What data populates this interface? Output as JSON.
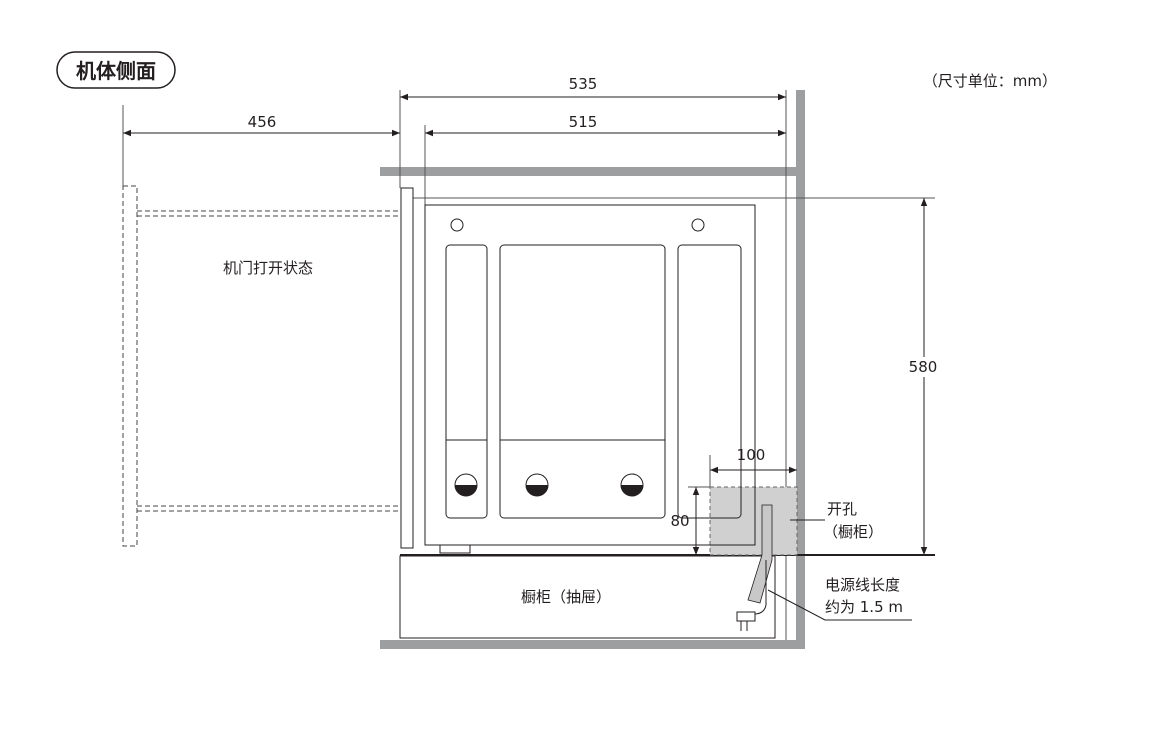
{
  "title": "机体侧面",
  "unit_note": "（尺寸单位：mm）",
  "dimensions": {
    "total_depth": "535",
    "body_depth": "515",
    "door_open": "456",
    "height": "580",
    "hole_width": "100",
    "hole_height": "80"
  },
  "labels": {
    "door_open_state": "机门打开状态",
    "hole_line1": "开孔",
    "hole_line2": "（橱柜）",
    "drawer": "橱柜（抽屉）",
    "cord_line1": "电源线长度",
    "cord_line2": "约为 1.5 m"
  },
  "colors": {
    "wall": "#9d9ea0",
    "hole": "#d0d0d0",
    "line": "#231f20"
  }
}
